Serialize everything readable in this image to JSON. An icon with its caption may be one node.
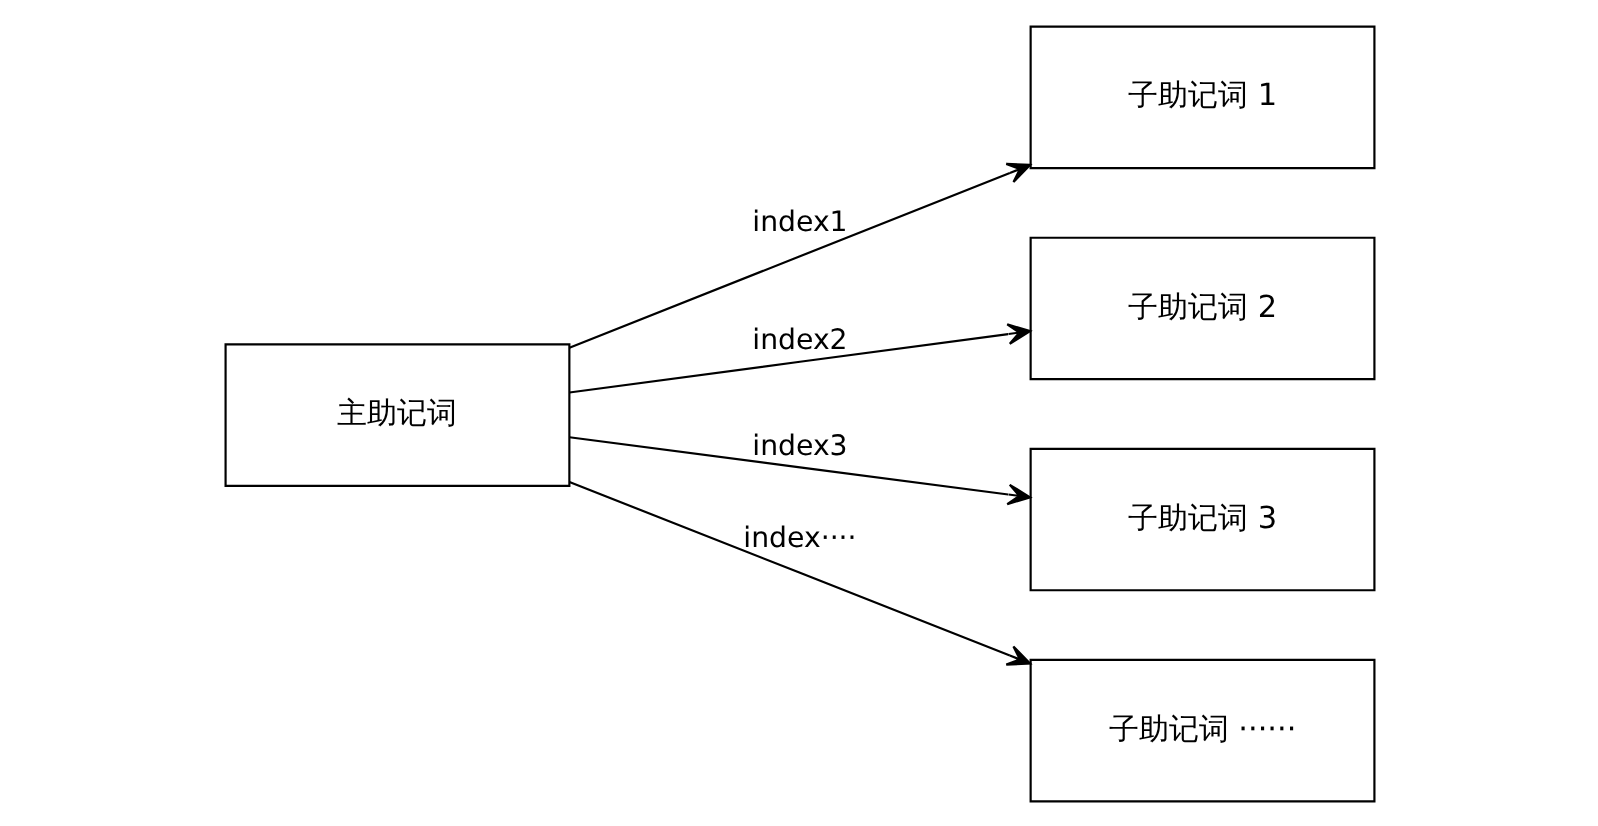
{
  "diagram": {
    "nodes": [
      {
        "text": [
          "主助记词"
        ]
      },
      {
        "text": [
          "子助记词 1"
        ]
      },
      {
        "text": [
          "子助记词 2"
        ]
      },
      {
        "text": [
          "子助记词 3"
        ]
      },
      {
        "text": [
          "子助记词 ······"
        ]
      }
    ],
    "edges": [
      {
        "from": 0,
        "to": 1,
        "arrow": "to",
        "label": "index1"
      },
      {
        "from": 0,
        "to": 2,
        "arrow": "to",
        "label": "index2"
      },
      {
        "from": 0,
        "to": 3,
        "arrow": "to",
        "label": "index3"
      },
      {
        "from": 0,
        "to": 4,
        "arrow": "to",
        "label": "index····"
      }
    ]
  }
}
